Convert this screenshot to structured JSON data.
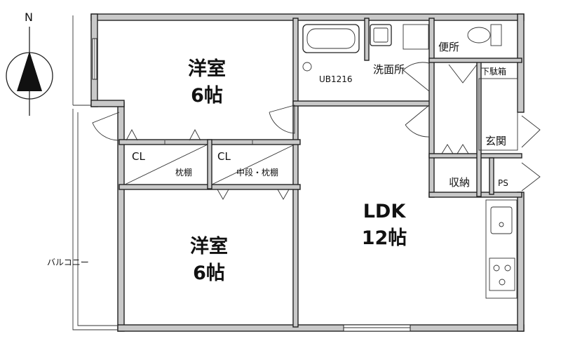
{
  "compass": {
    "north": "N"
  },
  "rooms": {
    "bedroom_top": {
      "name": "洋室",
      "size": "6帖"
    },
    "bedroom_bottom": {
      "name": "洋室",
      "size": "6帖"
    },
    "ldk": {
      "name": "LDK",
      "size": "12帖"
    },
    "bath": "UB1216",
    "washroom": "洗面所",
    "toilet": "便所",
    "shoe_cabinet": "下駄箱",
    "entrance": "玄関",
    "storage": "収納",
    "ps": "PS",
    "closet_left": {
      "name": "CL",
      "note": "枕棚"
    },
    "closet_right": {
      "name": "CL",
      "note": "中段・枕棚"
    }
  },
  "balcony": "バルコニー"
}
